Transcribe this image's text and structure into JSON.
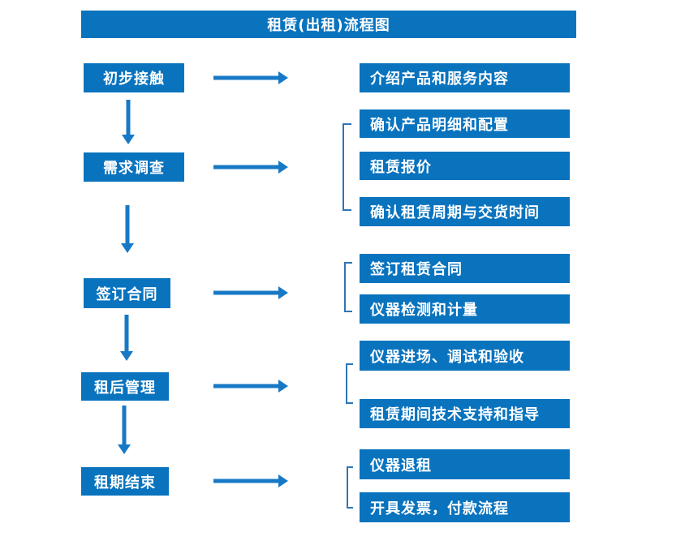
{
  "title": "租赁(出租)流程图",
  "colors": {
    "box": "#0973BE",
    "arrow": "#1779C6",
    "bracket": "#2E75B6",
    "bg": "#FFFFFF",
    "text": "#FFFFFF"
  },
  "flow": {
    "steps": [
      {
        "label": "初步接触",
        "details": [
          "介绍产品和服务内容"
        ]
      },
      {
        "label": "需求调查",
        "details": [
          "确认产品明细和配置",
          "租赁报价",
          "确认租赁周期与交货时间"
        ]
      },
      {
        "label": "签订合同",
        "details": [
          "签订租赁合同",
          "仪器检测和计量"
        ]
      },
      {
        "label": "租后管理",
        "details": [
          "仪器进场、调试和验收",
          "租赁期间技术支持和指导"
        ]
      },
      {
        "label": "租期结束",
        "details": [
          "仪器退租",
          "开具发票，付款流程"
        ]
      }
    ]
  }
}
